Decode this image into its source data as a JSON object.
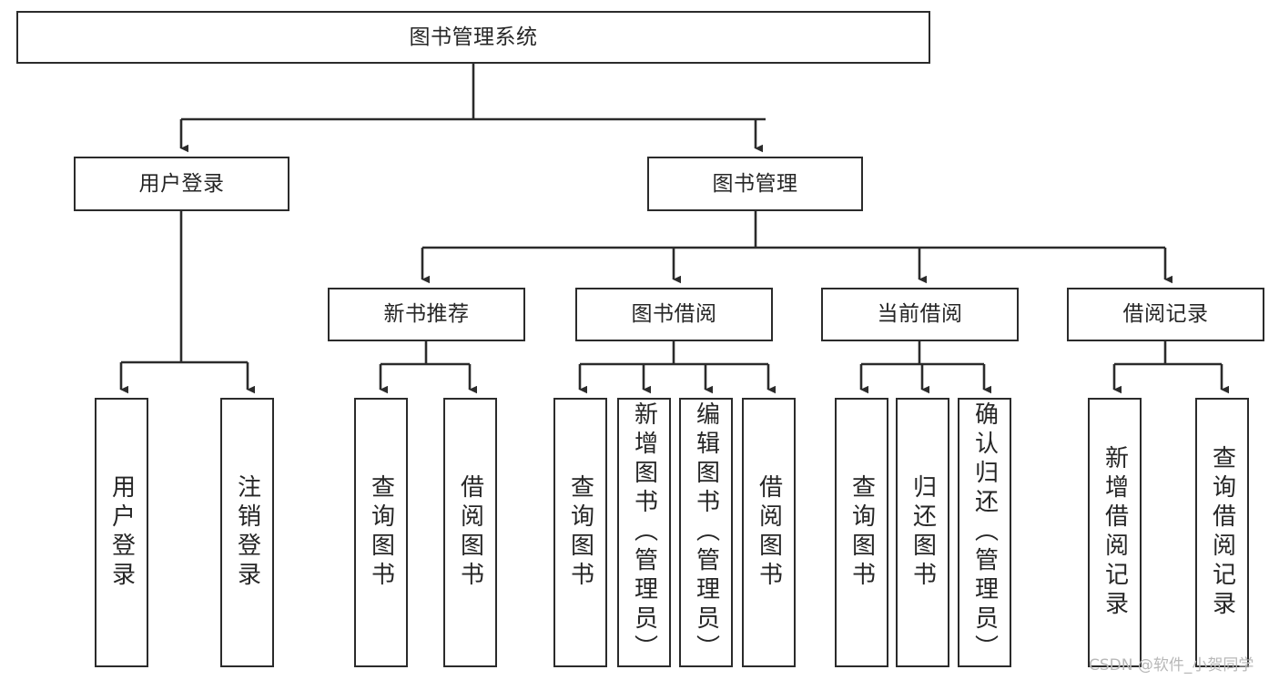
{
  "diagram": {
    "title": "图书管理系统",
    "type": "tree-hierarchy-chart",
    "root": {
      "id": "root",
      "label": "图书管理系统"
    },
    "level2": [
      {
        "id": "user-login",
        "label": "用户登录"
      },
      {
        "id": "book-manage",
        "label": "图书管理"
      }
    ],
    "level3": [
      {
        "id": "new-book-recommend",
        "label": "新书推荐",
        "parent": "book-manage"
      },
      {
        "id": "book-borrow",
        "label": "图书借阅",
        "parent": "book-manage"
      },
      {
        "id": "current-borrow",
        "label": "当前借阅",
        "parent": "book-manage"
      },
      {
        "id": "borrow-record",
        "label": "借阅记录",
        "parent": "book-manage"
      }
    ],
    "leaves": [
      {
        "id": "leaf-user-login",
        "label": "用户登录",
        "parent": "user-login"
      },
      {
        "id": "leaf-logout",
        "label": "注销登录",
        "parent": "user-login"
      },
      {
        "id": "leaf-query-book-1",
        "label": "查询图书",
        "parent": "new-book-recommend"
      },
      {
        "id": "leaf-borrow-book-1",
        "label": "借阅图书",
        "parent": "new-book-recommend"
      },
      {
        "id": "leaf-query-book-2",
        "label": "查询图书",
        "parent": "book-borrow"
      },
      {
        "id": "leaf-add-book",
        "label": "新增图书（管理员）",
        "parent": "book-borrow"
      },
      {
        "id": "leaf-edit-book",
        "label": "编辑图书（管理员）",
        "parent": "book-borrow"
      },
      {
        "id": "leaf-borrow-book-2",
        "label": "借阅图书",
        "parent": "book-borrow"
      },
      {
        "id": "leaf-query-book-3",
        "label": "查询图书",
        "parent": "current-borrow"
      },
      {
        "id": "leaf-return-book",
        "label": "归还图书",
        "parent": "current-borrow"
      },
      {
        "id": "leaf-confirm-return",
        "label": "确认归还（管理员）",
        "parent": "current-borrow"
      },
      {
        "id": "leaf-add-record",
        "label": "新增借阅记录",
        "parent": "borrow-record"
      },
      {
        "id": "leaf-query-record",
        "label": "查询借阅记录",
        "parent": "borrow-record"
      }
    ]
  },
  "watermark": {
    "text": "CSDN @软件_小贺同学"
  },
  "colors": {
    "border": "#2b2b2b",
    "text": "#262626",
    "background": "#ffffff",
    "watermark": "#b8b8b8"
  }
}
